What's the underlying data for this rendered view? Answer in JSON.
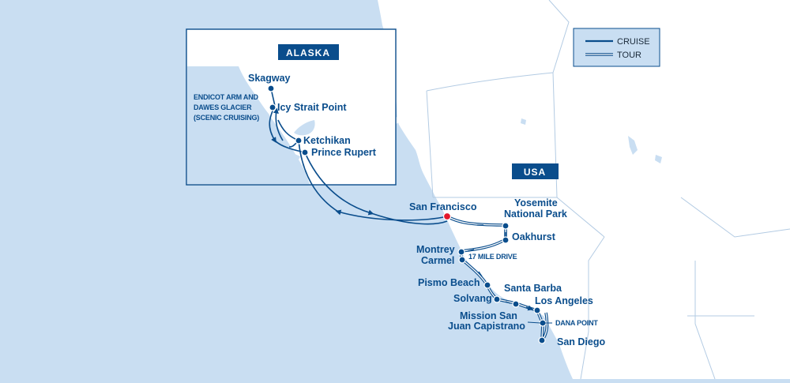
{
  "map": {
    "colors": {
      "ocean": "#c9def2",
      "land": "#ffffff",
      "route": "#0a4d8c",
      "start": "#e3192d"
    },
    "regions": {
      "inset": "ALASKA",
      "main": "USA"
    },
    "legend": {
      "cruise": "CRUISE",
      "tour": "TOUR"
    },
    "places": {
      "skagway": "Skagway",
      "endicott_1": "ENDICOT ARM AND",
      "endicott_2": "DAWES GLACIER",
      "endicott_3": "(SCENIC CRUISING)",
      "icy_strait": "Icy Strait Point",
      "ketchikan": "Ketchikan",
      "prince_rupert": "Prince Rupert",
      "san_francisco": "San Francisco",
      "yosemite_1": "Yosemite",
      "yosemite_2": "National Park",
      "oakhurst": "Oakhurst",
      "monterey": "Montrey",
      "carmel": "Carmel",
      "drive": "17 MILE DRIVE",
      "pismo": "Pismo Beach",
      "santa_barbara": "Santa Barba",
      "solvang": "Solvang",
      "los_angeles": "Los Angeles",
      "mission_1": "Mission San",
      "mission_2": "Juan Capistrano",
      "dana_point": "DANA POINT",
      "san_diego": "San Diego"
    }
  }
}
